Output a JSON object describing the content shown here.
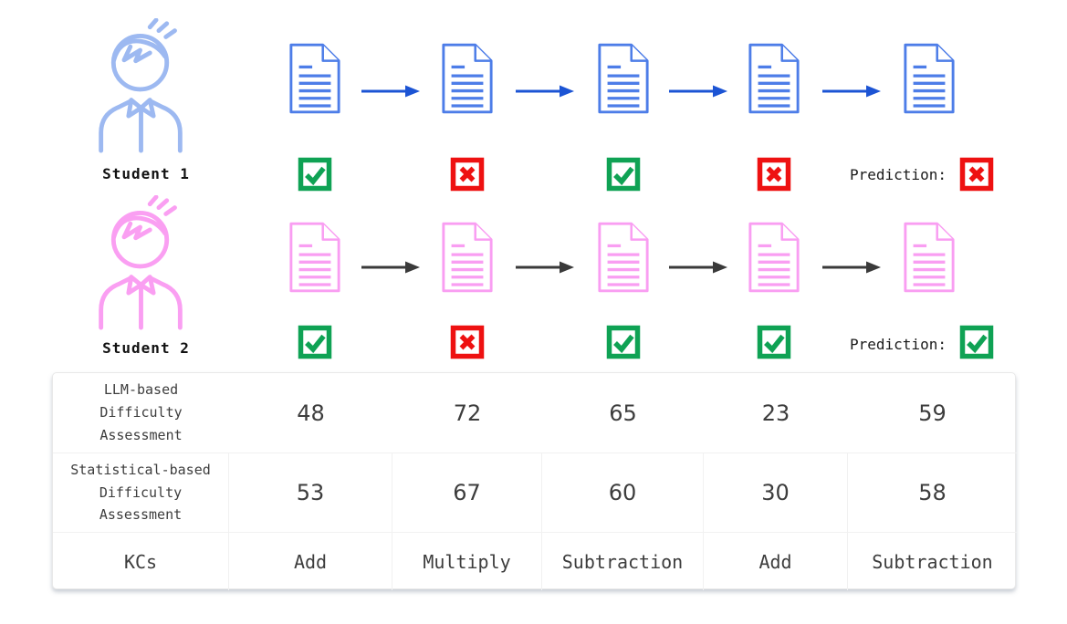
{
  "figure": {
    "students": [
      {
        "label": "Student 1",
        "avatar_color": "#9db9f1",
        "doc_color": "#4d7de8",
        "arrow_color": "#1c54d4",
        "results": [
          "correct",
          "incorrect",
          "correct",
          "incorrect"
        ],
        "prediction_label": "Prediction:",
        "prediction": "incorrect"
      },
      {
        "label": "Student 2",
        "avatar_color": "#fa9ff2",
        "doc_color": "#f99ef2",
        "arrow_color": "#3a3a3a",
        "results": [
          "correct",
          "incorrect",
          "correct",
          "correct"
        ],
        "prediction_label": "Prediction:",
        "prediction": "correct"
      }
    ],
    "table": {
      "rows": [
        {
          "header": "LLM-based\nDifficulty\nAssessment",
          "values": [
            "48",
            "72",
            "65",
            "23",
            "59"
          ]
        },
        {
          "header": "Statistical-based\nDifficulty\nAssessment",
          "values": [
            "53",
            "67",
            "60",
            "30",
            "58"
          ]
        },
        {
          "header": "KCs",
          "values": [
            "Add",
            "Multiply",
            "Subtraction",
            "Add",
            "Subtraction"
          ]
        }
      ]
    },
    "colors": {
      "correct": "#0fa254",
      "incorrect": "#ee1111"
    }
  }
}
